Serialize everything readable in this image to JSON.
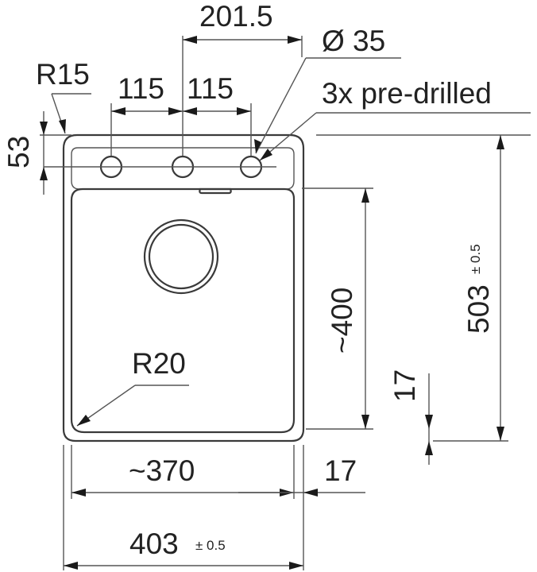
{
  "diagram": {
    "labels": {
      "hole_spacing_total": "201.5",
      "hole_diameter": "Ø 35",
      "corner_radius_top": "R15",
      "hole_spacing_left": "115",
      "hole_spacing_right": "115",
      "predrilled_note": "3x pre-drilled",
      "tap_ledge_depth": "53",
      "bowl_length": "~400",
      "overall_length": "503",
      "overall_length_tol": "± 0.5",
      "bowl_corner_radius": "R20",
      "bottom_rim": "17",
      "bowl_width": "~370",
      "side_rim": "17",
      "overall_width": "403",
      "overall_width_tol": "± 0.5"
    },
    "colors": {
      "line": "#333333",
      "text": "#222222",
      "background": "#ffffff"
    }
  }
}
